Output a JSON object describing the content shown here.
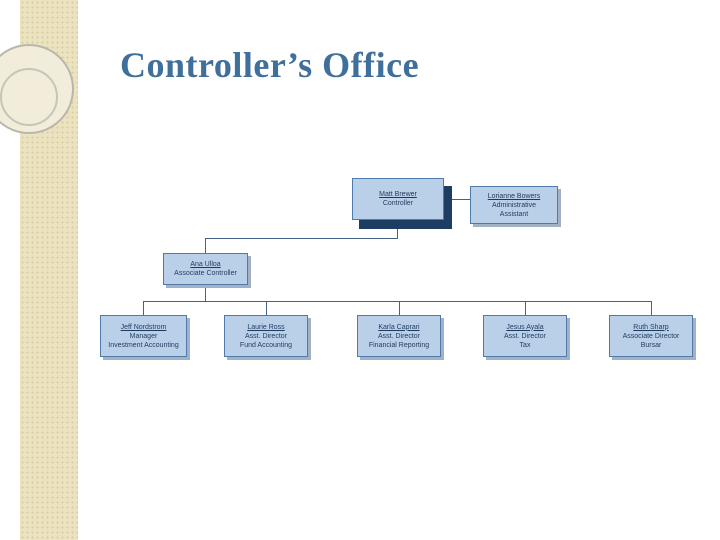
{
  "colors": {
    "title_text": "#3f6f9b",
    "box_fill": "#b9d0e8",
    "box_border": "#4f7bac",
    "box_text": "#1f3a5f",
    "top_box_shadow": "#1e3d63",
    "connector": "#44618a",
    "sidebar_strip": "#ebe2c0"
  },
  "slide": {
    "title": "Controller’s Office"
  },
  "org_chart": {
    "nodes": [
      {
        "name": "Matt Brewer",
        "role1": "Controller",
        "reports_to": null
      },
      {
        "name": "Lorianne Bowers",
        "role1": "Administrative",
        "role2": "Assistant",
        "reports_to": "Matt Brewer"
      },
      {
        "name": "Ana Ulloa",
        "role1": "Associate Controller",
        "reports_to": "Matt Brewer"
      },
      {
        "name": "Jeff Nordstrom",
        "role1": "Manager",
        "role2": "Investment Accounting",
        "reports_to": "Ana Ulloa"
      },
      {
        "name": "Laurie Ross",
        "role1": "Asst. Director",
        "role2": "Fund Accounting",
        "reports_to": "Ana Ulloa"
      },
      {
        "name": "Karla Caprari",
        "role1": "Asst. Director",
        "role2": "Financial Reporting",
        "reports_to": "Ana Ulloa"
      },
      {
        "name": "Jesus Ayala",
        "role1": "Asst. Director",
        "role2": "Tax",
        "reports_to": "Ana Ulloa"
      },
      {
        "name": "Ruth Sharp",
        "role1": "Associate Director",
        "role2": "Bursar",
        "reports_to": "Ana Ulloa"
      }
    ]
  }
}
